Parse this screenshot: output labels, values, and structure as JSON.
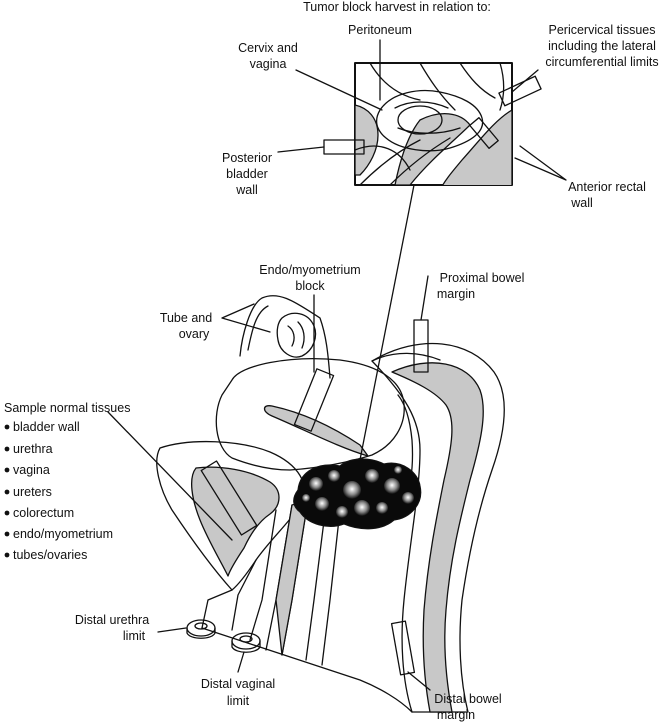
{
  "figure": {
    "header": "Tumor block harvest in relation to:",
    "inset_labels": {
      "peritoneum": "Peritoneum",
      "cervix_vagina": [
        "Cervix and",
        "vagina"
      ],
      "pericervical": [
        "Pericervical tissues",
        "including the lateral",
        "circumferential limits"
      ],
      "posterior_bladder": [
        "Posterior",
        "bladder",
        "wall"
      ],
      "anterior_rectal": [
        "Anterior rectal",
        "wall"
      ]
    },
    "main_labels": {
      "endo_block": [
        "Endo/myometrium",
        "block"
      ],
      "proximal_bowel": [
        "Proximal bowel",
        "margin"
      ],
      "tube_ovary": [
        "Tube and",
        "ovary"
      ],
      "distal_urethra": [
        "Distal urethra",
        "limit"
      ],
      "distal_vaginal": [
        "Distal vaginal",
        "limit"
      ],
      "distal_bowel": [
        "Distal bowel",
        "margin"
      ]
    },
    "normal_tissues": {
      "heading": "Sample normal tissues",
      "items": [
        "bladder wall",
        "urethra",
        "vagina",
        "ureters",
        "colorectum",
        "endo/myometrium",
        "tubes/ovaries"
      ]
    }
  },
  "colors": {
    "line": "#111111",
    "tissue_fill": "#c8c8c8",
    "tumor_fill": "#0a0a0a"
  }
}
